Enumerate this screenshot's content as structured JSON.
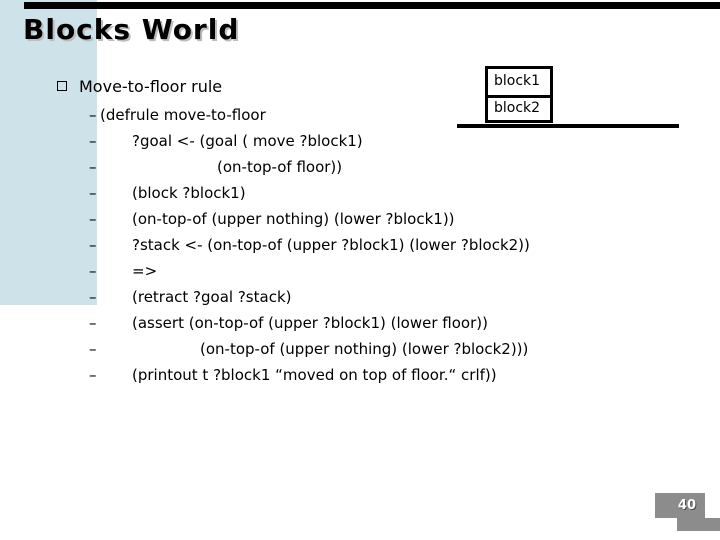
{
  "slide": {
    "title": "Blocks World",
    "page_number": "40"
  },
  "content": {
    "heading": "Move-to-floor rule",
    "dash": "–",
    "lines": [
      {
        "text": "(defrule move-to-floor"
      },
      {
        "text": "?goal <- (goal ( move ?block1)"
      },
      {
        "text": "(on-top-of floor))"
      },
      {
        "text": "(block ?block1)"
      },
      {
        "text": "(on-top-of (upper nothing) (lower ?block1))"
      },
      {
        "text": "?stack <- (on-top-of (upper ?block1) (lower ?block2))"
      },
      {
        "text": "=>"
      },
      {
        "text": "(retract ?goal ?stack)"
      },
      {
        "text": "(assert (on-top-of (upper ?block1) (lower floor))"
      },
      {
        "text": "(on-top-of (upper nothing) (lower ?block2)))"
      },
      {
        "text": "(printout t ?block1 “moved on top of floor.“ crlf))"
      }
    ]
  },
  "diagram": {
    "top_block_label": "block1",
    "bottom_block_label": "block2"
  },
  "colors": {
    "band": "#cee3e9",
    "top_bar": "#000000",
    "page_tab": "#8c8c8c"
  }
}
